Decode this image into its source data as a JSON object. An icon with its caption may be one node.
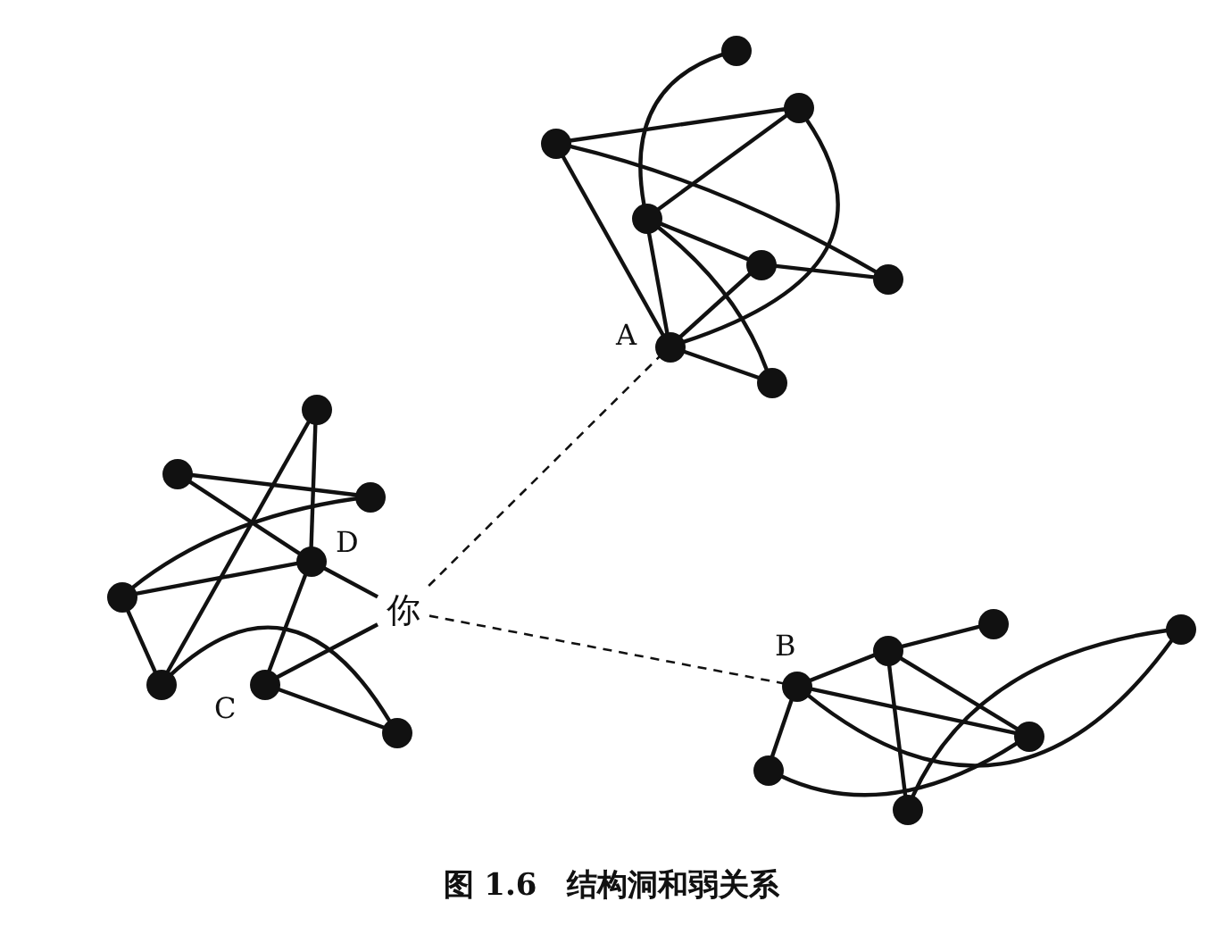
{
  "diagram": {
    "caption": "图 1.6　结构洞和弱关系",
    "nodes": [
      {
        "text": [],
        "shape": "circle"
      },
      {
        "text": [],
        "shape": "circle"
      },
      {
        "text": [],
        "shape": "circle"
      },
      {
        "text": [],
        "shape": "circle"
      },
      {
        "text": [],
        "shape": "circle"
      },
      {
        "text": [],
        "shape": "circle"
      },
      {
        "text": [],
        "shape": "circle",
        "beside": [
          "A"
        ]
      },
      {
        "text": [],
        "shape": "circle"
      },
      {
        "text": [],
        "shape": "circle"
      },
      {
        "text": [],
        "shape": "circle"
      },
      {
        "text": [],
        "shape": "circle"
      },
      {
        "text": [],
        "shape": "circle",
        "beside": [
          "D"
        ]
      },
      {
        "text": [],
        "shape": "circle"
      },
      {
        "text": [
          "你"
        ]
      },
      {
        "text": [],
        "shape": "circle"
      },
      {
        "text": [],
        "shape": "circle",
        "beside": [
          "C"
        ]
      },
      {
        "text": [],
        "shape": "circle"
      },
      {
        "text": [],
        "shape": "circle"
      },
      {
        "text": [],
        "shape": "circle"
      },
      {
        "text": [],
        "shape": "circle"
      },
      {
        "text": [],
        "shape": "circle",
        "beside": [
          "B"
        ]
      },
      {
        "text": [],
        "shape": "circle"
      },
      {
        "text": [],
        "shape": "circle"
      },
      {
        "text": [],
        "shape": "circle"
      }
    ],
    "edges": [
      {
        "from": 0,
        "to": 3,
        "arrow": "none"
      },
      {
        "from": 1,
        "to": 2,
        "arrow": "none"
      },
      {
        "from": 1,
        "to": 5,
        "arrow": "none"
      },
      {
        "from": 1,
        "to": 6,
        "arrow": "none"
      },
      {
        "from": 2,
        "to": 3,
        "arrow": "none"
      },
      {
        "from": 2,
        "to": 6,
        "arrow": "none"
      },
      {
        "from": 3,
        "to": 4,
        "arrow": "none"
      },
      {
        "from": 4,
        "to": 5,
        "arrow": "none"
      },
      {
        "from": 3,
        "to": 6,
        "arrow": "none"
      },
      {
        "from": 3,
        "to": 7,
        "arrow": "none"
      },
      {
        "from": 4,
        "to": 6,
        "arrow": "none"
      },
      {
        "from": 6,
        "to": 7,
        "arrow": "none"
      },
      {
        "from": 8,
        "to": 14,
        "arrow": "none"
      },
      {
        "from": 8,
        "to": 11,
        "arrow": "none"
      },
      {
        "from": 9,
        "to": 10,
        "arrow": "none"
      },
      {
        "from": 9,
        "to": 11,
        "arrow": "none"
      },
      {
        "from": 11,
        "to": 13,
        "arrow": "none"
      },
      {
        "from": 10,
        "to": 12,
        "arrow": "none"
      },
      {
        "from": 12,
        "to": 11,
        "arrow": "none"
      },
      {
        "from": 12,
        "to": 14,
        "arrow": "none"
      },
      {
        "from": 14,
        "to": 16,
        "arrow": "none"
      },
      {
        "from": 11,
        "to": 15,
        "arrow": "none"
      },
      {
        "from": 15,
        "to": 13,
        "arrow": "none"
      },
      {
        "from": 15,
        "to": 16,
        "arrow": "none"
      },
      {
        "from": 20,
        "to": 19,
        "arrow": "none"
      },
      {
        "from": 19,
        "to": 17,
        "arrow": "none"
      },
      {
        "from": 20,
        "to": 21,
        "arrow": "none"
      },
      {
        "from": 19,
        "to": 21,
        "arrow": "none"
      },
      {
        "from": 19,
        "to": 23,
        "arrow": "none"
      },
      {
        "from": 20,
        "to": 22,
        "arrow": "none"
      },
      {
        "from": 20,
        "to": 18,
        "arrow": "none"
      },
      {
        "from": 23,
        "to": 18,
        "arrow": "none"
      },
      {
        "from": 22,
        "to": 21,
        "arrow": "none"
      },
      {
        "from": 13,
        "to": 6,
        "arrow": "none",
        "style": "dashed"
      },
      {
        "from": 13,
        "to": 20,
        "arrow": "none",
        "style": "dashed"
      }
    ]
  }
}
